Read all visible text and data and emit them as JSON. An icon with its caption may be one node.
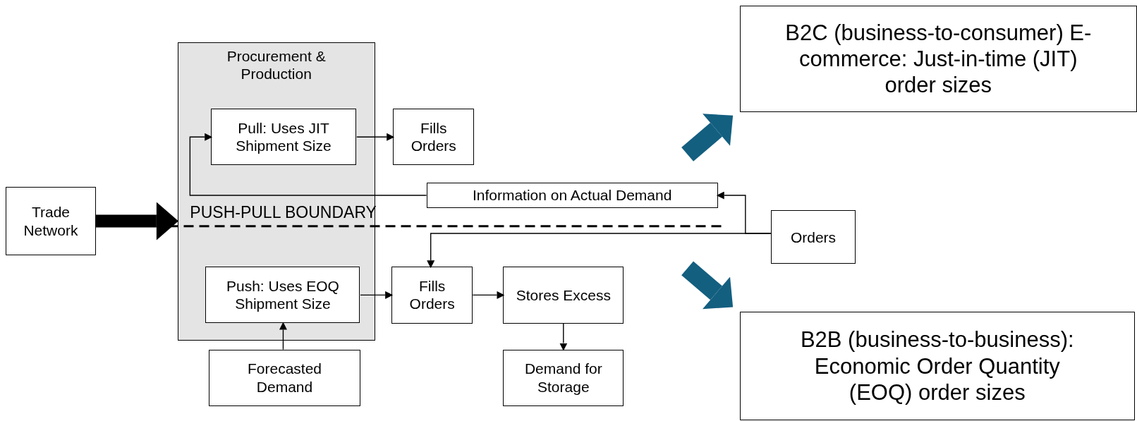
{
  "diagram": {
    "nodes": [
      {
        "text": [
          "Trade Network"
        ]
      },
      {
        "text": [
          "Procurement & Production"
        ]
      },
      {
        "text": [
          "Pull: Uses JIT Shipment Size"
        ],
        "in": 1
      },
      {
        "text": [
          "Fills Orders"
        ]
      },
      {
        "text": [
          "Information on Actual Demand"
        ]
      },
      {
        "text": [
          "Orders"
        ]
      },
      {
        "text": [
          "Push: Uses EOQ Shipment Size"
        ],
        "in": 1
      },
      {
        "text": [
          "Fills Orders"
        ]
      },
      {
        "text": [
          "Stores Excess"
        ]
      },
      {
        "text": [
          "Forecasted Demand"
        ]
      },
      {
        "text": [
          "Demand for Storage"
        ]
      },
      {
        "text": [
          "B2C (business-to-consumer) E-commerce: Just-in-time (JIT) order sizes"
        ]
      },
      {
        "text": [
          "B2B (business-to-business): Economic Order Quantity (EOQ) order sizes"
        ]
      }
    ],
    "edges": [
      {
        "from": 0,
        "to": 1,
        "arrow": "to",
        "style": "thick"
      },
      {
        "from": 2,
        "to": 3,
        "arrow": "to"
      },
      {
        "from": 4,
        "to": 2,
        "arrow": "to"
      },
      {
        "from": 5,
        "to": 4,
        "arrow": "to"
      },
      {
        "from": 5,
        "to": 7,
        "arrow": "to"
      },
      {
        "from": 6,
        "to": 7,
        "arrow": "to"
      },
      {
        "from": 7,
        "to": 8,
        "arrow": "to"
      },
      {
        "from": 8,
        "to": 10,
        "arrow": "to"
      },
      {
        "from": 9,
        "to": 6,
        "arrow": "to"
      },
      {
        "from": null,
        "to": 11,
        "arrow": "to",
        "style": "thick",
        "color": "#135f80"
      },
      {
        "from": null,
        "to": 12,
        "arrow": "to",
        "style": "thick",
        "color": "#135f80"
      }
    ],
    "labels": [
      "PUSH-PULL BOUNDARY"
    ]
  }
}
